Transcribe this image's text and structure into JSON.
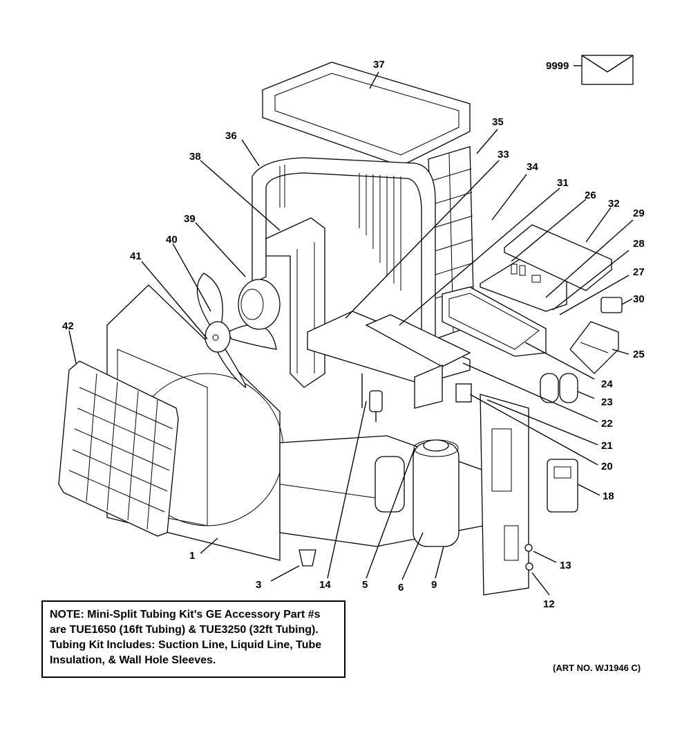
{
  "note": {
    "lines": [
      "NOTE: Mini-Split Tubing Kit’s GE Accessory Part #s",
      "are TUE1650 (16ft Tubing) & TUE3250 (32ft Tubing).",
      "Tubing Kit Includes: Suction Line, Liquid Line, Tube",
      "Insulation, & Wall Hole Sleeves."
    ]
  },
  "art_number": "(ART NO. WJ1946 C)",
  "callouts": {
    "c1": "1",
    "c3": "3",
    "c5": "5",
    "c6": "6",
    "c9": "9",
    "c12": "12",
    "c13": "13",
    "c14": "14",
    "c18": "18",
    "c20": "20",
    "c21": "21",
    "c22": "22",
    "c23": "23",
    "c24": "24",
    "c25": "25",
    "c26": "26",
    "c27": "27",
    "c28": "28",
    "c29": "29",
    "c30": "30",
    "c31": "31",
    "c32": "32",
    "c33": "33",
    "c34": "34",
    "c35": "35",
    "c36": "36",
    "c37": "37",
    "c38": "38",
    "c39": "39",
    "c40": "40",
    "c41": "41",
    "c42": "42",
    "c9999": "9999"
  }
}
